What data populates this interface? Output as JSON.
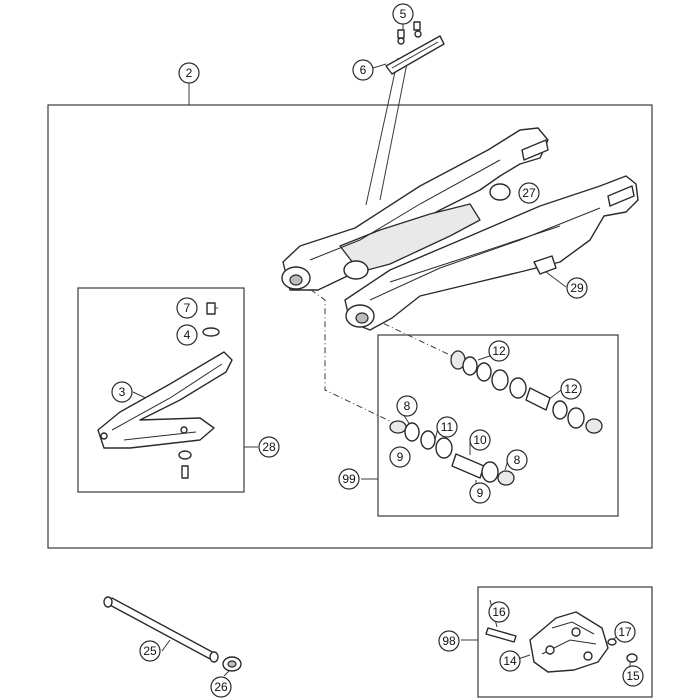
{
  "callouts": {
    "c2": "2",
    "c3": "3",
    "c4": "4",
    "c5": "5",
    "c6": "6",
    "c7": "7",
    "c8a": "8",
    "c8b": "8",
    "c9a": "9",
    "c9b": "9",
    "c10": "10",
    "c11": "11",
    "c12a": "12",
    "c12b": "12",
    "c14": "14",
    "c15": "15",
    "c16": "16",
    "c17": "17",
    "c25": "25",
    "c26": "26",
    "c27": "27",
    "c28": "28",
    "c29": "29",
    "c98": "98",
    "c99": "99"
  }
}
